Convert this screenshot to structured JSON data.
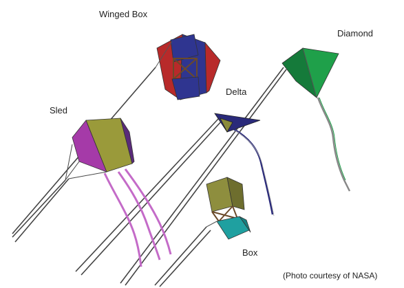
{
  "kites": {
    "winged_box": {
      "label": "Winged Box"
    },
    "diamond": {
      "label": "Diamond"
    },
    "delta": {
      "label": "Delta"
    },
    "sled": {
      "label": "Sled"
    },
    "box": {
      "label": "Box"
    }
  },
  "credit": "(Photo courtesy of NASA)",
  "colors": {
    "line": "#444444",
    "sled_yellow": "#9a9a3a",
    "sled_magenta": "#a53aa8",
    "sled_tail": "#c46bc8",
    "winged_red": "#b82a2a",
    "winged_blue": "#2f3590",
    "frame": "#6b4a2a",
    "delta_navy": "#2a2a7a",
    "delta_olive": "#8b8b3a",
    "diamond_green": "#1fa04a",
    "diamond_dark": "#157a3a",
    "box_olive": "#8e8e3e",
    "box_teal": "#1fa0a0"
  }
}
